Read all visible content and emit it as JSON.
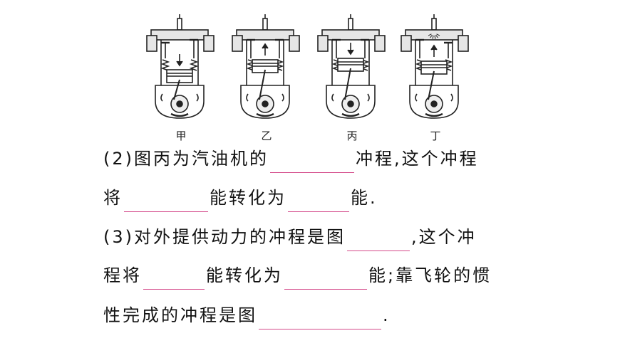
{
  "figure": {
    "captions": [
      "甲",
      "乙",
      "丙",
      "丁"
    ]
  },
  "question": {
    "q2_line1_a": "(2)图丙为汽油机的",
    "q2_line1_b": "冲程,这个冲程",
    "q2_line2_a": "将",
    "q2_line2_b": "能转化为",
    "q2_line2_c": "能.",
    "q3_line1_a": "(3)对外提供动力的冲程是图",
    "q3_line1_b": ",这个冲",
    "q3_line2_a": "程将",
    "q3_line2_b": "能转化为",
    "q3_line2_c": "能;靠飞轮的惯",
    "q3_line3_a": "性完成的冲程是图",
    "q3_line3_b": "."
  },
  "colors": {
    "blank_underline": "#d44a8a",
    "diagram_stroke": "#222222"
  }
}
